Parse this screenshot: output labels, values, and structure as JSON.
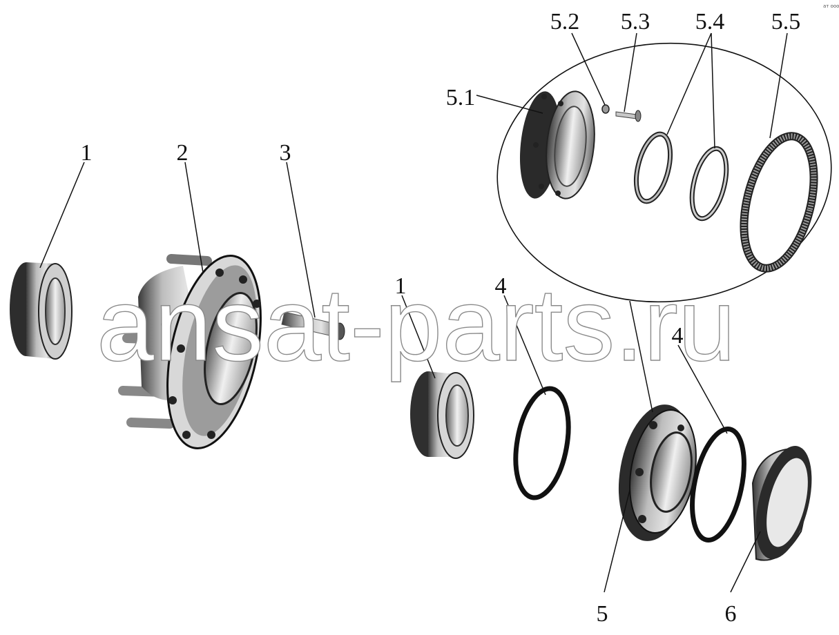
{
  "diagram": {
    "watermark": "ansat-parts.ru",
    "corner_mark": "ат ооо",
    "callouts": [
      {
        "id": "1a",
        "label": "1"
      },
      {
        "id": "2",
        "label": "2"
      },
      {
        "id": "3",
        "label": "3"
      },
      {
        "id": "1b",
        "label": "1"
      },
      {
        "id": "4a",
        "label": "4"
      },
      {
        "id": "4b",
        "label": "4"
      },
      {
        "id": "5",
        "label": "5"
      },
      {
        "id": "6",
        "label": "6"
      },
      {
        "id": "51",
        "label": "5.1"
      },
      {
        "id": "52",
        "label": "5.2"
      },
      {
        "id": "53",
        "label": "5.3"
      },
      {
        "id": "54",
        "label": "5.4"
      },
      {
        "id": "55",
        "label": "5.5"
      }
    ]
  }
}
